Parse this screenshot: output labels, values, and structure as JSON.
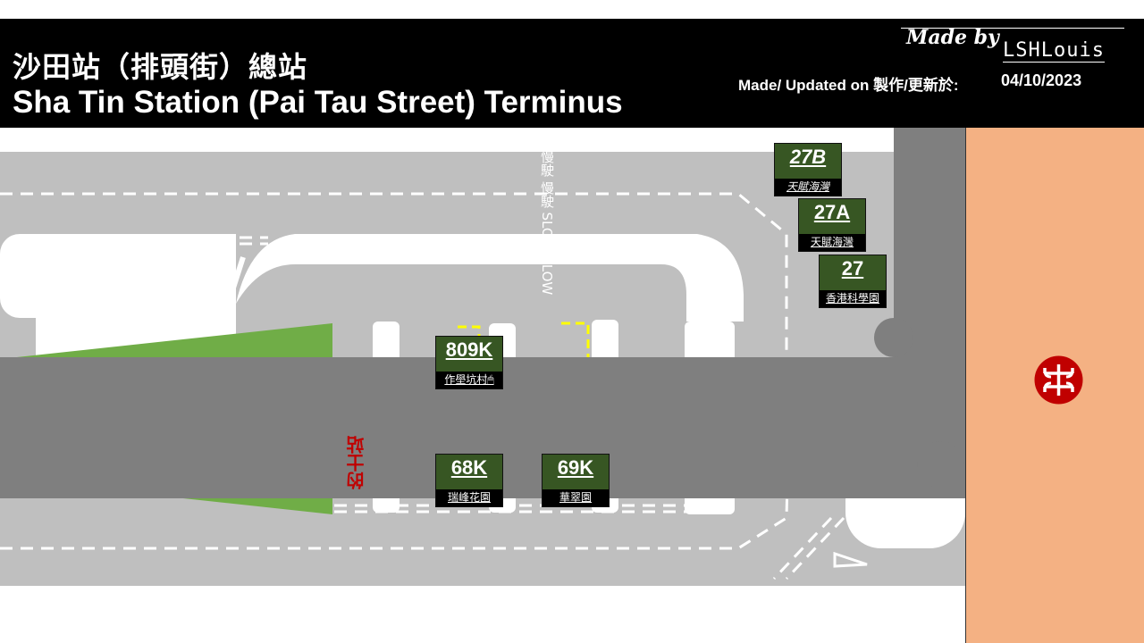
{
  "header": {
    "title_zh": "沙田站（排頭街）總站",
    "title_en": "Sha Tin Station (Pai Tau Street) Terminus",
    "credit": "Made by",
    "signature": "LSHLouis",
    "updated_label": "Made/ Updated on 製作/更新於:",
    "updated_date": "04/10/2023"
  },
  "map": {
    "road_markings": {
      "slow_text": "慢駛 慢駛 SLOW SLOW",
      "taxi_stand": "的士站"
    },
    "station_icon": "mtr-logo-icon",
    "colors": {
      "road": "#bfbfbf",
      "station_area": "#f4b183",
      "island_green": "#70ad47",
      "stop_box": "#375623",
      "bay_yellow": "#ffff00",
      "overlay": "#7f7f7f",
      "mtr_red": "#c00000",
      "taxi_text": "#c00000"
    },
    "bus_stops": [
      {
        "route": "27B",
        "destination": "天賦海灣"
      },
      {
        "route": "27A",
        "destination": "天賦海灣"
      },
      {
        "route": "27",
        "destination": "香港科學園"
      },
      {
        "route": "809K",
        "destination": "作壆坑村🖱"
      },
      {
        "route": "68K",
        "destination": "瑞峰花園"
      },
      {
        "route": "69K",
        "destination": "華翠園"
      }
    ]
  }
}
